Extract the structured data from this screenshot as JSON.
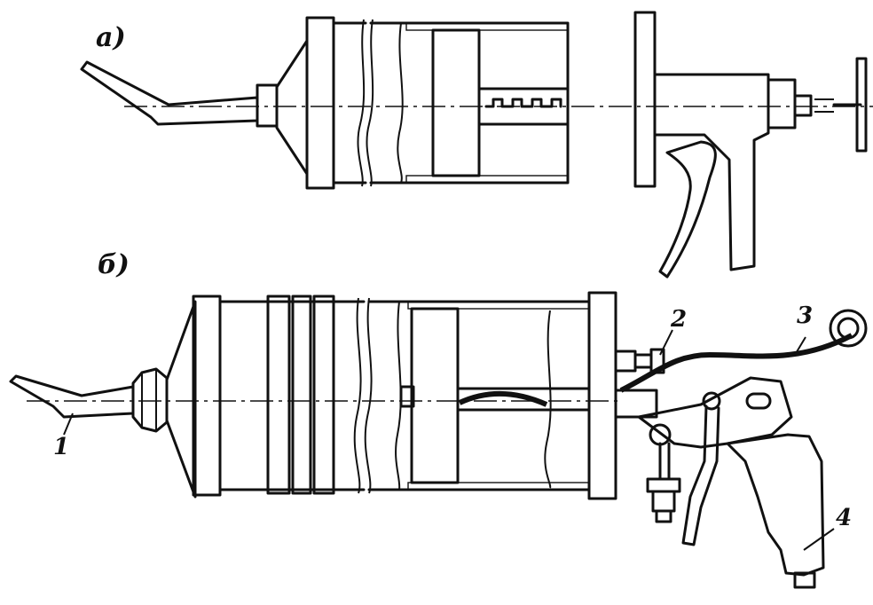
{
  "diagram": {
    "view_a": {
      "label": "а)"
    },
    "view_b": {
      "label": "б)"
    },
    "callouts": [
      {
        "id": "1",
        "label": "1"
      },
      {
        "id": "2",
        "label": "2"
      },
      {
        "id": "3",
        "label": "3"
      },
      {
        "id": "4",
        "label": "4"
      }
    ]
  }
}
